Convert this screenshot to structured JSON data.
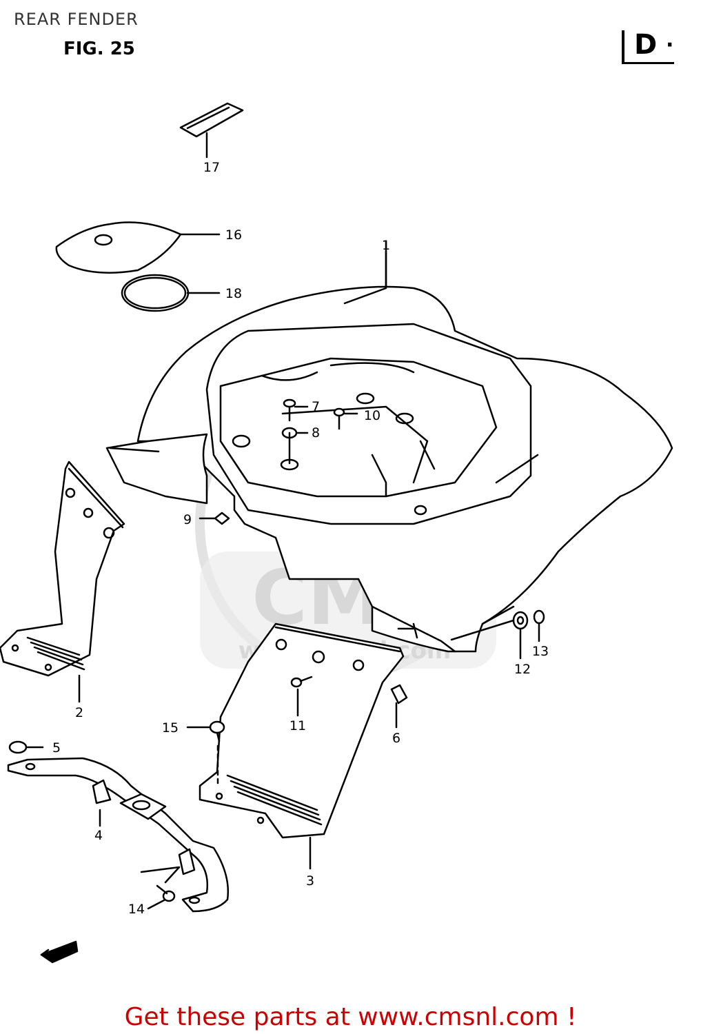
{
  "header": {
    "title": "REAR FENDER",
    "figure": "FIG. 25",
    "code": "D"
  },
  "watermark": {
    "brand": "CMS",
    "url": "www.cmsnl.com"
  },
  "parts": {
    "p1": "1",
    "p2": "2",
    "p3": "3",
    "p4": "4",
    "p5": "5",
    "p6": "6",
    "p7": "7",
    "p8": "8",
    "p9": "9",
    "p10": "10",
    "p11": "11",
    "p12": "12",
    "p13": "13",
    "p14": "14",
    "p15": "15",
    "p16": "16",
    "p17": "17",
    "p18": "18"
  },
  "footer": {
    "text": "Get these parts at www.cmsnl.com !"
  },
  "colors": {
    "footer": "#cc0000",
    "watermark": "#d8d8d8",
    "lines": "#000000"
  }
}
